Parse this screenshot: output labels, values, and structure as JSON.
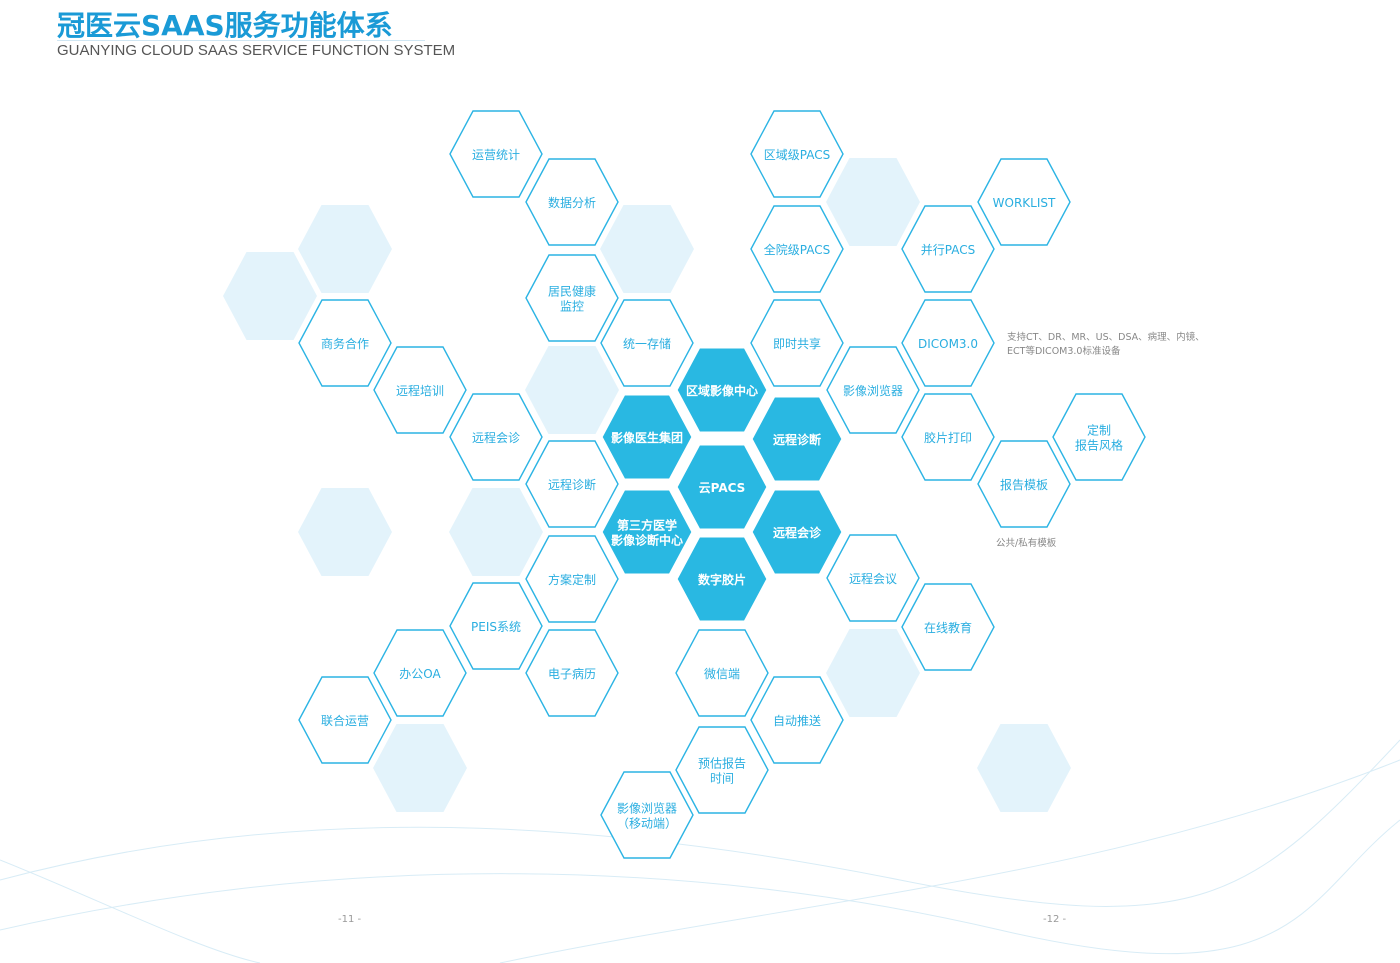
{
  "header": {
    "title": "冠医云SAAS服务功能体系",
    "subtitle": "GUANYING CLOUD SAAS SERVICE FUNCTION SYSTEM"
  },
  "colors": {
    "accent": "#29b8e2",
    "outline": "#2cb4e4",
    "light": "#e3f3fb",
    "outline_text": "#2aaee0"
  },
  "core_hexes": [
    {
      "id": "regional-imaging-center",
      "lines": [
        "区域影像中心"
      ]
    },
    {
      "id": "imaging-doctor-group",
      "lines": [
        "影像医生集团"
      ]
    },
    {
      "id": "remote-diagnosis-core",
      "lines": [
        "远程诊断"
      ]
    },
    {
      "id": "cloud-pacs",
      "lines": [
        "云PACS"
      ]
    },
    {
      "id": "third-party-center",
      "lines": [
        "第三方医学",
        "影像诊断中心"
      ]
    },
    {
      "id": "remote-consultation-core",
      "lines": [
        "远程会诊"
      ]
    },
    {
      "id": "digital-film",
      "lines": [
        "数字胶片"
      ]
    }
  ],
  "feature_hexes": [
    {
      "id": "operation-stats",
      "lines": [
        "运营统计"
      ]
    },
    {
      "id": "data-analysis",
      "lines": [
        "数据分析"
      ]
    },
    {
      "id": "resident-health",
      "lines": [
        "居民健康",
        "监控"
      ]
    },
    {
      "id": "unified-storage",
      "lines": [
        "统一存储"
      ]
    },
    {
      "id": "business-cooperation",
      "lines": [
        "商务合作"
      ]
    },
    {
      "id": "remote-training",
      "lines": [
        "远程培训"
      ]
    },
    {
      "id": "remote-consultation",
      "lines": [
        "远程会诊"
      ]
    },
    {
      "id": "remote-diagnosis",
      "lines": [
        "远程诊断"
      ]
    },
    {
      "id": "solution-custom",
      "lines": [
        "方案定制"
      ]
    },
    {
      "id": "peis-system",
      "lines": [
        "PEIS系统"
      ]
    },
    {
      "id": "emr",
      "lines": [
        "电子病历"
      ]
    },
    {
      "id": "office-oa",
      "lines": [
        "办公OA"
      ]
    },
    {
      "id": "joint-operation",
      "lines": [
        "联合运营"
      ]
    },
    {
      "id": "regional-pacs",
      "lines": [
        "区域级PACS"
      ]
    },
    {
      "id": "hospital-pacs",
      "lines": [
        "全院级PACS"
      ]
    },
    {
      "id": "instant-share",
      "lines": [
        "即时共享"
      ]
    },
    {
      "id": "worklist",
      "lines": [
        "WORKLIST"
      ]
    },
    {
      "id": "parallel-pacs",
      "lines": [
        "并行PACS"
      ]
    },
    {
      "id": "dicom",
      "lines": [
        "DICOM3.0"
      ]
    },
    {
      "id": "image-browser",
      "lines": [
        "影像浏览器"
      ]
    },
    {
      "id": "film-print",
      "lines": [
        "胶片打印"
      ]
    },
    {
      "id": "custom-report-style",
      "lines": [
        "定制",
        "报告风格"
      ]
    },
    {
      "id": "report-template",
      "lines": [
        "报告模板"
      ]
    },
    {
      "id": "remote-meeting",
      "lines": [
        "远程会议"
      ]
    },
    {
      "id": "online-education",
      "lines": [
        "在线教育"
      ]
    },
    {
      "id": "wechat",
      "lines": [
        "微信端"
      ]
    },
    {
      "id": "auto-push",
      "lines": [
        "自动推送"
      ]
    },
    {
      "id": "estimated-report-time",
      "lines": [
        "预估报告",
        "时间"
      ]
    },
    {
      "id": "mobile-image-browser",
      "lines": [
        "影像浏览器",
        "（移动端）"
      ]
    }
  ],
  "notes": {
    "dicom_line1": "支持CT、DR、MR、US、DSA、病理、内镜、",
    "dicom_line2": "ECT等DICOM3.0标准设备",
    "template_note": "公共/私有模板"
  },
  "pages": {
    "left": "-11 -",
    "right": "-12 -"
  }
}
